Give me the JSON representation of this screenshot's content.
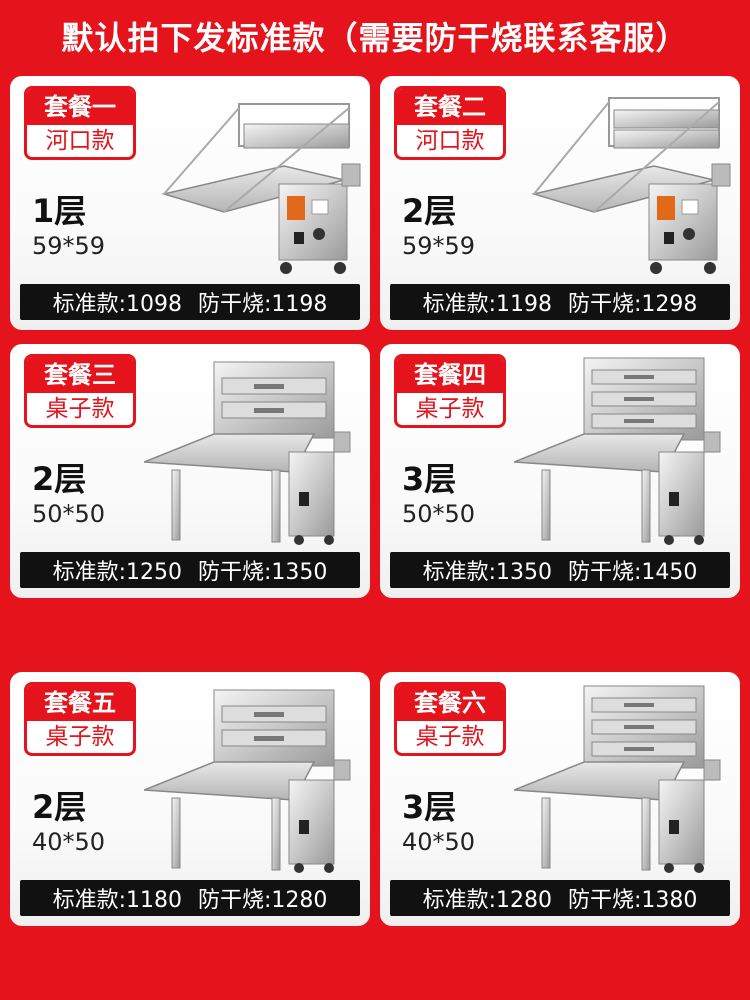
{
  "header": {
    "title": "默认拍下发标准款（需要防干烧联系客服）"
  },
  "packages": [
    {
      "name": "套餐一",
      "type": "河口款",
      "layers": "1层",
      "size": "59*59",
      "standard": "标准款:1098",
      "antidry": "防干烧:1198"
    },
    {
      "name": "套餐二",
      "type": "河口款",
      "layers": "2层",
      "size": "59*59",
      "standard": "标准款:1198",
      "antidry": "防干烧:1298"
    },
    {
      "name": "套餐三",
      "type": "桌子款",
      "layers": "2层",
      "size": "50*50",
      "standard": "标准款:1250",
      "antidry": "防干烧:1350"
    },
    {
      "name": "套餐四",
      "type": "桌子款",
      "layers": "3层",
      "size": "50*50",
      "standard": "标准款:1350",
      "antidry": "防干烧:1450"
    },
    {
      "name": "套餐五",
      "type": "桌子款",
      "layers": "2层",
      "size": "40*50",
      "standard": "标准款:1180",
      "antidry": "防干烧:1280"
    },
    {
      "name": "套餐六",
      "type": "桌子款",
      "layers": "3层",
      "size": "40*50",
      "standard": "标准款:1280",
      "antidry": "防干烧:1380"
    }
  ],
  "colors": {
    "accent": "#e5131b",
    "price_bar": "#111111"
  }
}
